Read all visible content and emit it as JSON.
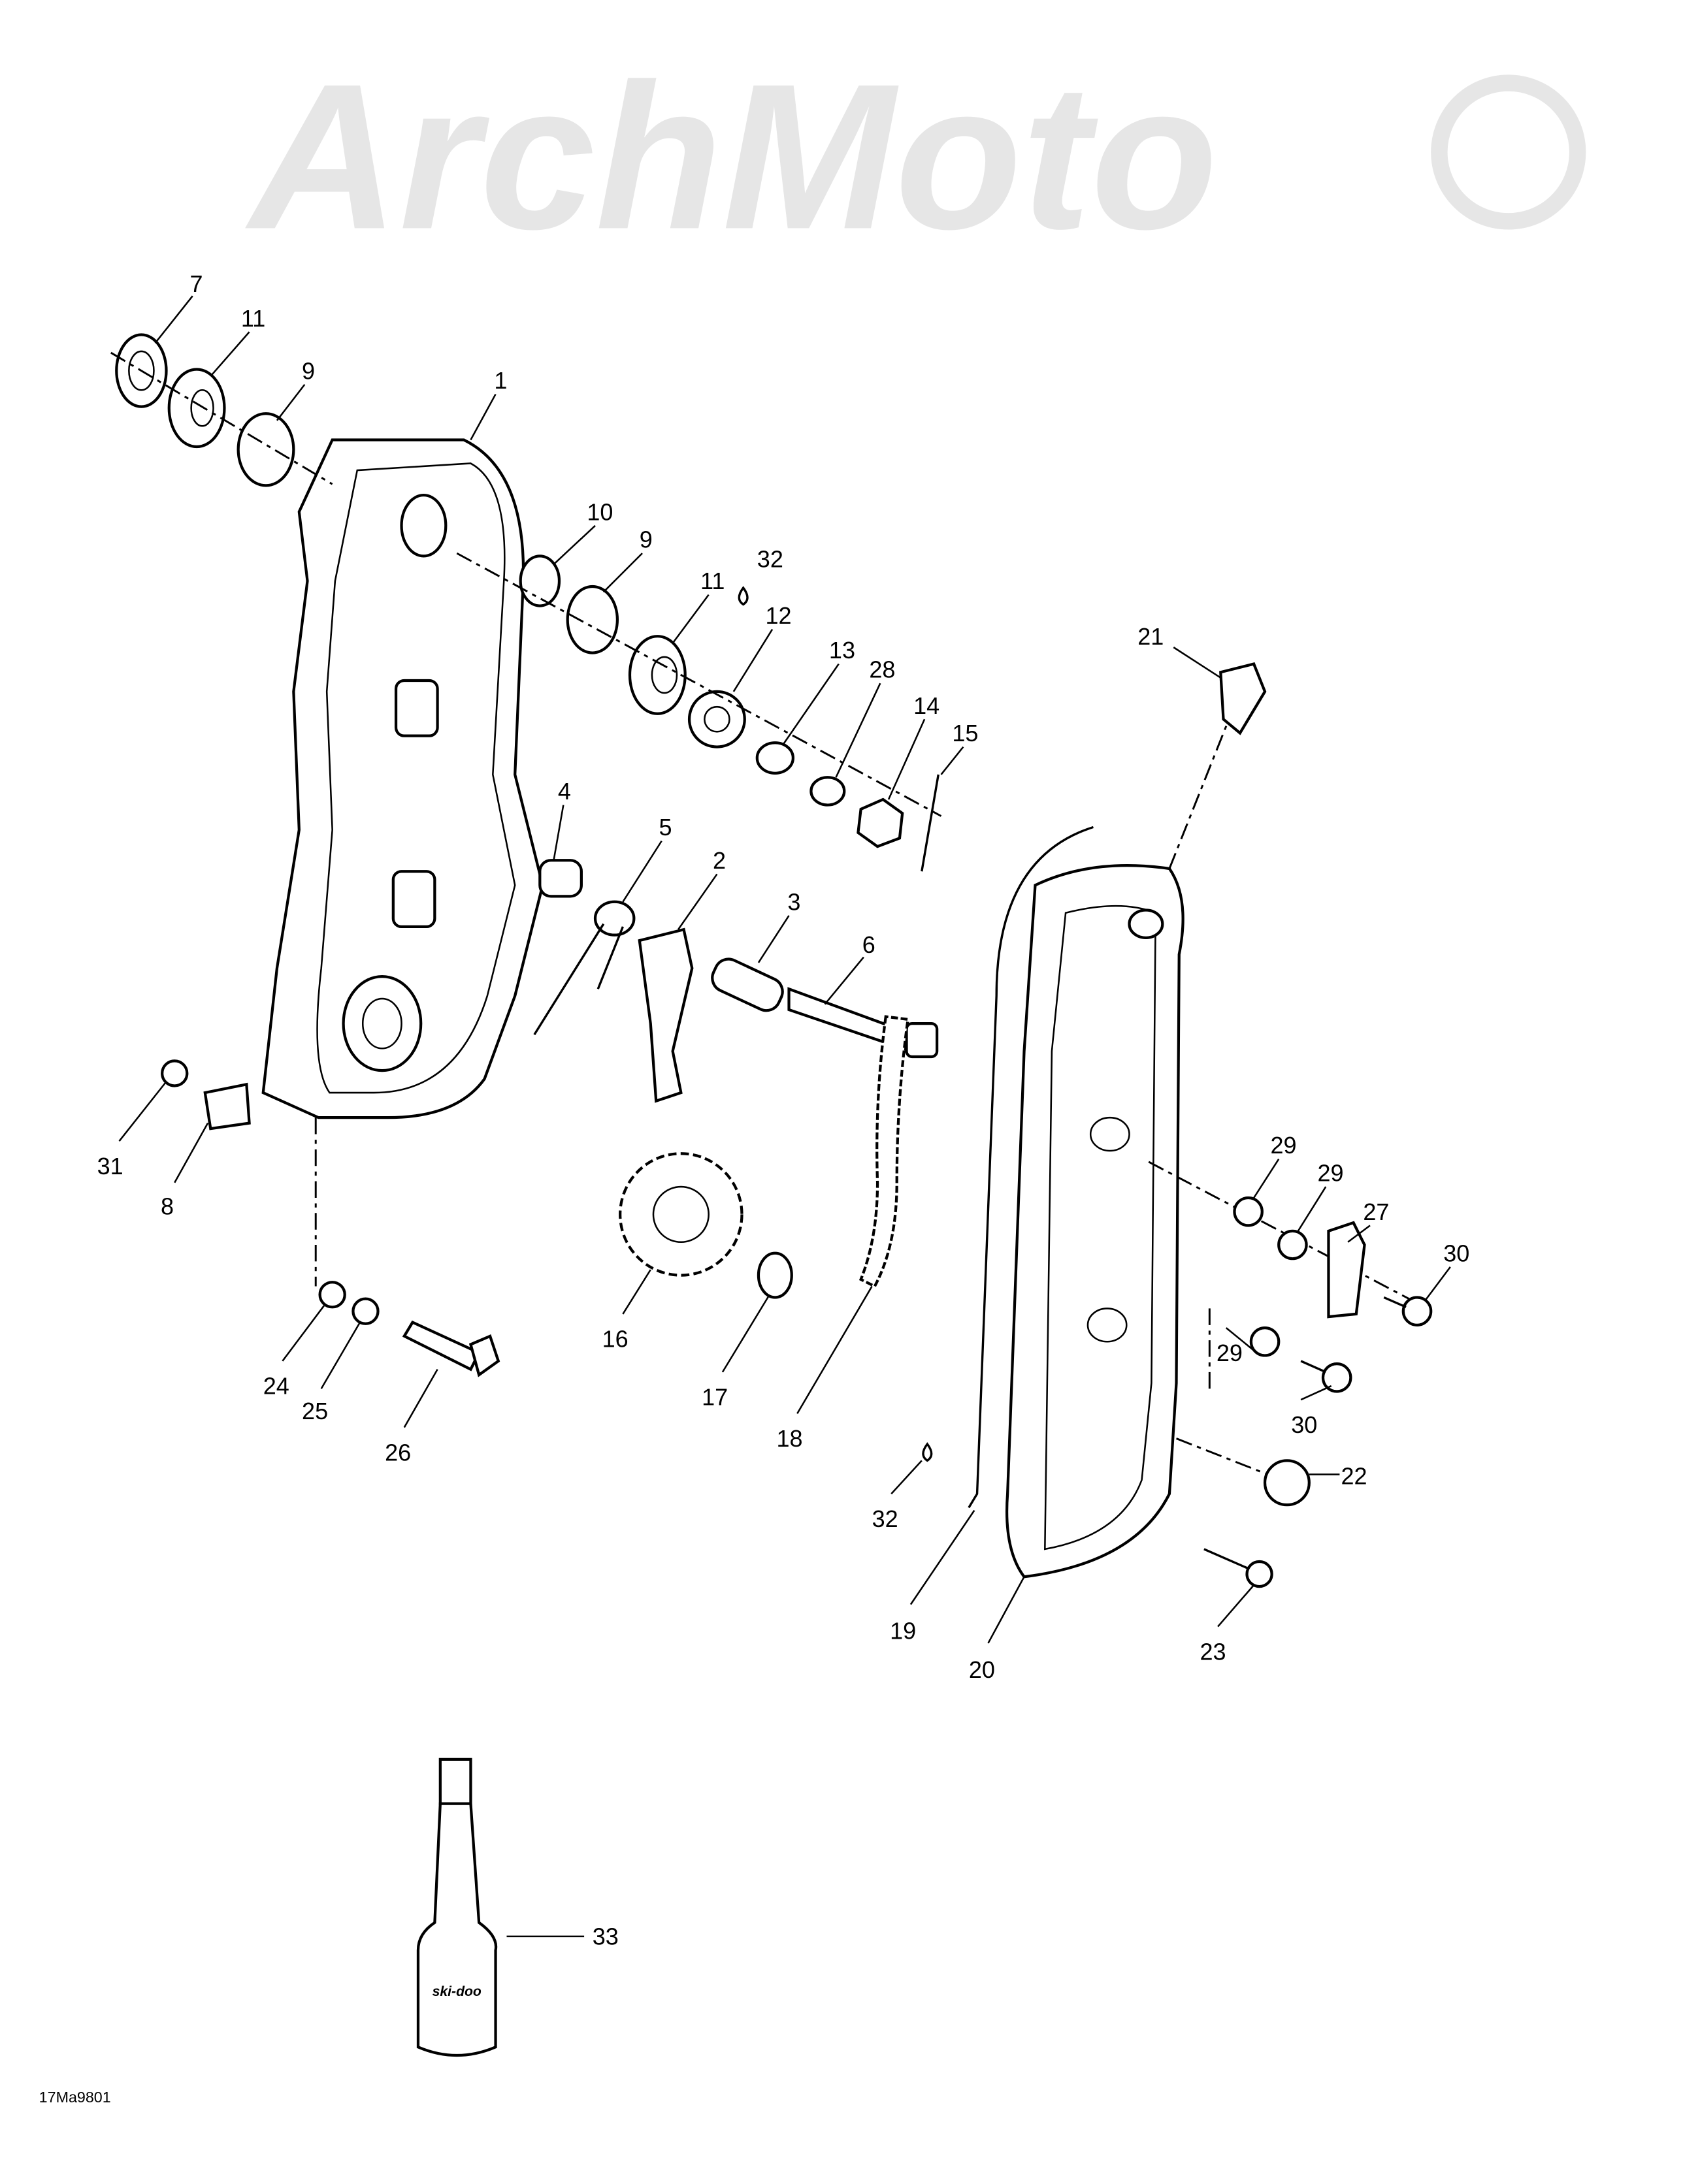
{
  "diagram": {
    "figure_code": "17Ma9801",
    "watermark": "ArchMoto",
    "callouts": [
      "7",
      "11",
      "9",
      "1",
      "10",
      "9",
      "32",
      "11",
      "12",
      "13",
      "28",
      "14",
      "15",
      "21",
      "4",
      "5",
      "2",
      "3",
      "6",
      "29",
      "29",
      "27",
      "30",
      "31",
      "8",
      "16",
      "17",
      "18",
      "24",
      "25",
      "26",
      "29",
      "30",
      "22",
      "32",
      "19",
      "20",
      "23",
      "33"
    ]
  }
}
